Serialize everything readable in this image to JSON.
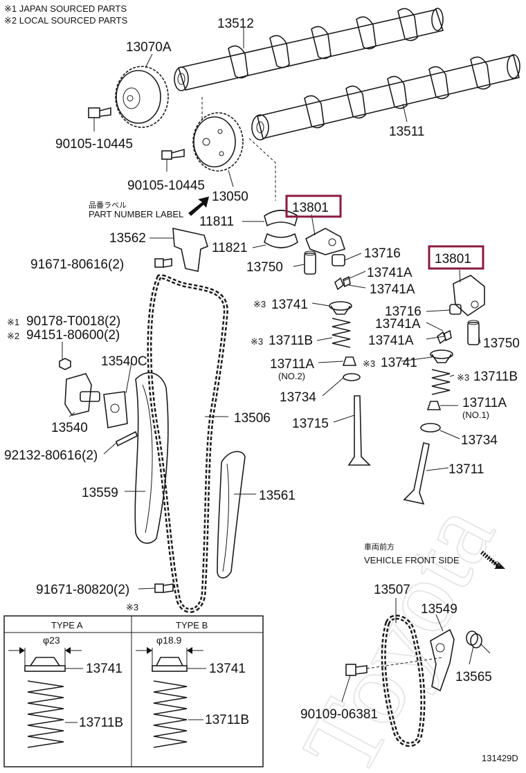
{
  "notes": {
    "note1": "※1 JAPAN SOURCED PARTS",
    "note2": "※2 LOCAL SOURCED PARTS",
    "part_number_label_jp": "品番ラベル",
    "part_number_label": "PART NUMBER LABEL",
    "front_jp": "車両前方",
    "front": "VEHICLE FRONT SIDE",
    "watermark": "Toyota"
  },
  "parts": {
    "p13512": "13512",
    "p13070A": "13070A",
    "p90105a": "90105-10445",
    "p13511": "13511",
    "p90105b": "90105-10445",
    "p13050": "13050",
    "p13801a": "13801",
    "p11811": "11811",
    "p13562": "13562",
    "p11821": "11821",
    "p13716a": "13716",
    "p91671a": "91671-80616(2)",
    "p13750a": "13750",
    "p13741Aa": "13741A",
    "p13741Ab": "13741A",
    "p13801b": "13801",
    "p90178": "90178-T0018(2)",
    "p94151": "94151-80600(2)",
    "p13741a": "13741",
    "p13716b": "13716",
    "p13741Ac": "13741A",
    "p13711Ba": "13711B",
    "p13741Ad": "13741A",
    "p13750b": "13750",
    "p13540C": "13540C",
    "p13711Aa": "13711A",
    "no2": "(NO.2)",
    "p13741b": "13741",
    "p13711Bb": "13711B",
    "p13734a": "13734",
    "p13711Ab": "13711A",
    "no1": "(NO.1)",
    "p13540": "13540",
    "p13506": "13506",
    "p13715": "13715",
    "p13734b": "13734",
    "p92132": "92132-80616(2)",
    "p13711": "13711",
    "p13559": "13559",
    "p13561": "13561",
    "p91671b": "91671-80820(2)",
    "p13507": "13507",
    "p13549": "13549",
    "p13565": "13565",
    "p90109": "90109-06381",
    "mark1": "※1",
    "mark2": "※2",
    "mark3a": "※3",
    "mark3b": "※3",
    "mark3c": "※3",
    "mark3d": "※3",
    "mark3e": "※3"
  },
  "inset": {
    "typeA": "TYPE A",
    "typeB": "TYPE B",
    "dimA": "φ23",
    "dimB": "φ18.9",
    "a13741": "13741",
    "a13711B": "13711B",
    "b13741": "13741",
    "b13711B": "13711B"
  },
  "diagram_id": "131429D",
  "colors": {
    "highlight": "#8b1a3c",
    "line": "#1a1a1a"
  }
}
